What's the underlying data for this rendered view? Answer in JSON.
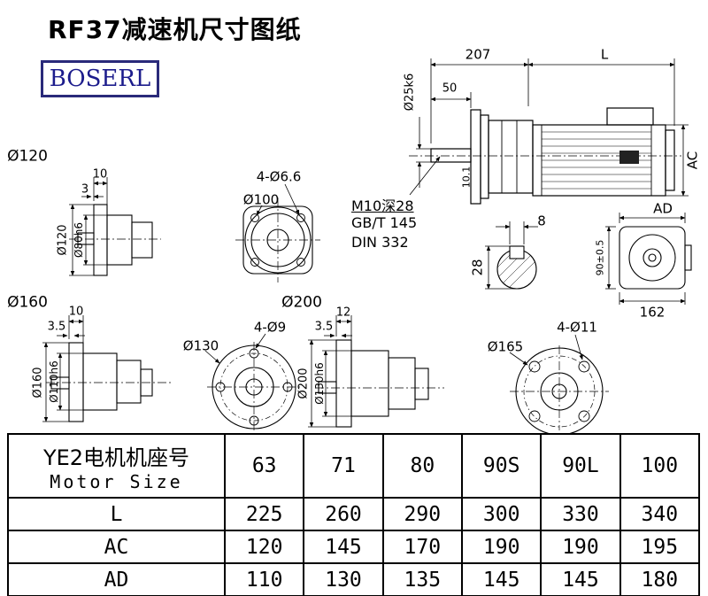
{
  "title": "RF37减速机尺寸图纸",
  "logo": {
    "text": "BOSERL",
    "text_color": "#1c1c8c",
    "border_color": "#2a2a7a"
  },
  "dwg": {
    "v120": {
      "section": "Ø120",
      "thk": "10",
      "step": "3",
      "flange": "Ø120",
      "spigot": "Ø80h6"
    },
    "sq": {
      "holes": "4-Ø6.6",
      "dia": "Ø100"
    },
    "main": {
      "len1": "207",
      "len2": "L",
      "len3": "50",
      "shaft": "Ø25k6",
      "key": "10.1",
      "ac": "AC",
      "note1": "M10深28",
      "note2": "GB/T 145",
      "note3": "DIN 332"
    },
    "keysec": {
      "w": "8",
      "h": "28"
    },
    "rear": {
      "ad": "AD",
      "h": "90±0.5",
      "w": "162"
    },
    "v160": {
      "section": "Ø160",
      "thk": "10",
      "step": "3.5",
      "flange": "Ø160",
      "spigot": "Ø110h6"
    },
    "f130": {
      "dia": "Ø130",
      "holes": "4-Ø9"
    },
    "v200": {
      "section": "Ø200",
      "thk": "12",
      "step": "3.5",
      "flange": "Ø200",
      "spigot": "Ø130h6"
    },
    "f165": {
      "dia": "Ø165",
      "holes": "4-Ø11"
    }
  },
  "table": {
    "header_cn": "YE2电机机座号",
    "header_en": "Motor Size",
    "sizes": [
      "63",
      "71",
      "80",
      "90S",
      "90L",
      "100"
    ],
    "rows": [
      {
        "label": "L",
        "values": [
          "225",
          "260",
          "290",
          "300",
          "330",
          "340"
        ]
      },
      {
        "label": "AC",
        "values": [
          "120",
          "145",
          "170",
          "190",
          "190",
          "195"
        ]
      },
      {
        "label": "AD",
        "values": [
          "110",
          "130",
          "135",
          "145",
          "145",
          "180"
        ]
      }
    ]
  }
}
